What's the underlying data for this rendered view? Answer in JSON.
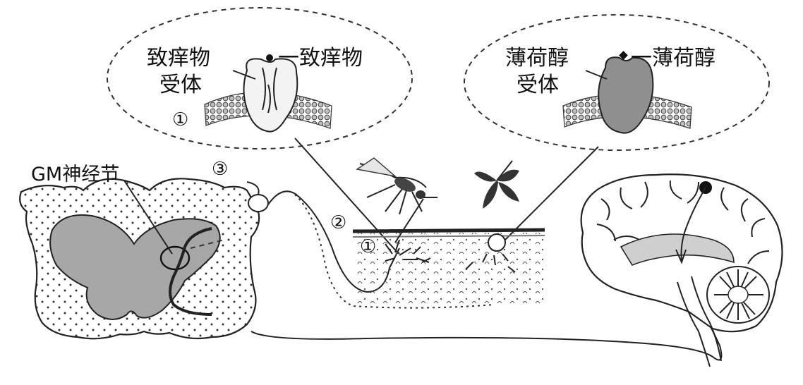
{
  "callout_left": {
    "receptor_label_line1": "致痒物",
    "receptor_label_line2": "受体",
    "ligand_label": "一致痒物",
    "marker": "①"
  },
  "callout_right": {
    "receptor_label_line1": "薄荷醇",
    "receptor_label_line2": "受体",
    "ligand_label": "一薄荷醇"
  },
  "ganglion_label": "GM神经节",
  "markers": {
    "m3": "③",
    "m2": "②",
    "m1": "①"
  },
  "colors": {
    "line": "#222222",
    "gray_fill": "#a7a7a7",
    "receptor_fill": "#8f8f8f",
    "background": "#ffffff"
  },
  "icons": [
    "mosquito-icon",
    "leaf-icon",
    "brain-icon",
    "spinal-cord-icon",
    "cell-membrane-icon"
  ]
}
